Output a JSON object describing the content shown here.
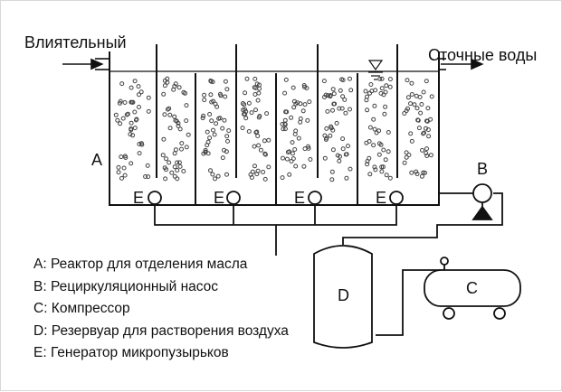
{
  "labels": {
    "inlet": "Влиятельный",
    "outlet": "Сточные воды",
    "reactor": "A",
    "pump": "B",
    "compressor": "C",
    "tank": "D",
    "generator": "E"
  },
  "legend": [
    "A: Реактор для отделения масла",
    "B: Рециркуляционный насос",
    "C: Компрессор",
    "D: Резервуар для растворения воздуха",
    "E: Генератор микропузырьков"
  ]
}
